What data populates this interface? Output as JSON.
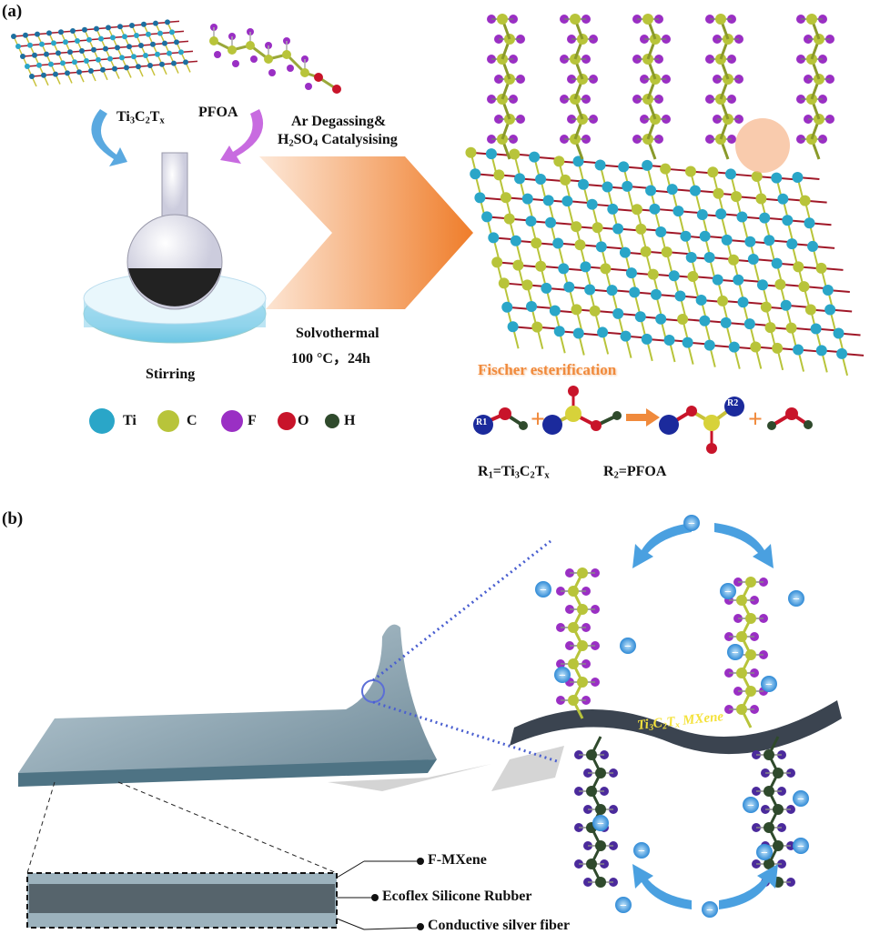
{
  "panel_a": {
    "label": "(a)",
    "mxene_label": [
      [
        "Ti",
        0
      ],
      [
        "3",
        1
      ],
      [
        "C",
        0
      ],
      [
        "2",
        1
      ],
      [
        "T",
        0
      ],
      [
        "x",
        1
      ]
    ],
    "pfoa_label": "PFOA",
    "condition_top_1": "Ar Degassing&",
    "condition_top_2": [
      [
        "H",
        0
      ],
      [
        "2",
        1
      ],
      [
        "SO",
        0
      ],
      [
        "4",
        1
      ],
      [
        " Catalysising",
        0
      ]
    ],
    "condition_bottom_1": "Solvothermal",
    "condition_bottom_2": "100 °C，24h",
    "stirring": "Stirring",
    "legend": [
      {
        "label": "Ti",
        "color": "#2aa6c8"
      },
      {
        "label": "C",
        "color": "#b8c43a"
      },
      {
        "label": "F",
        "color": "#9a2fc4"
      },
      {
        "label": "O",
        "color": "#c8142a"
      },
      {
        "label": "H",
        "color": "#2f4a2c"
      }
    ],
    "reaction_title": "Fischer esterification",
    "r1": "R1",
    "r2": "R2",
    "r1_def": [
      [
        "R",
        0
      ],
      [
        "1",
        1
      ],
      [
        "=Ti",
        0
      ],
      [
        "3",
        1
      ],
      [
        "C",
        0
      ],
      [
        "2",
        1
      ],
      [
        "T",
        0
      ],
      [
        "x",
        1
      ]
    ],
    "r2_def": [
      [
        "R",
        0
      ],
      [
        "2",
        1
      ],
      [
        "=PFOA",
        0
      ]
    ]
  },
  "panel_b": {
    "label": "(b)",
    "mxene_band_label": [
      [
        "Ti",
        0
      ],
      [
        "3",
        1
      ],
      [
        "C",
        0
      ],
      [
        "2",
        1
      ],
      [
        "T",
        0
      ],
      [
        "x",
        1
      ],
      [
        " MXene",
        0
      ]
    ],
    "layers": [
      "F-MXene",
      "Ecoflex Silicone Rubber",
      "Conductive silver fiber"
    ],
    "charge_symbol": "−"
  },
  "colors": {
    "arrow": "#f08a3c",
    "band": "#3b4450",
    "charge": "#3b9ee0"
  }
}
